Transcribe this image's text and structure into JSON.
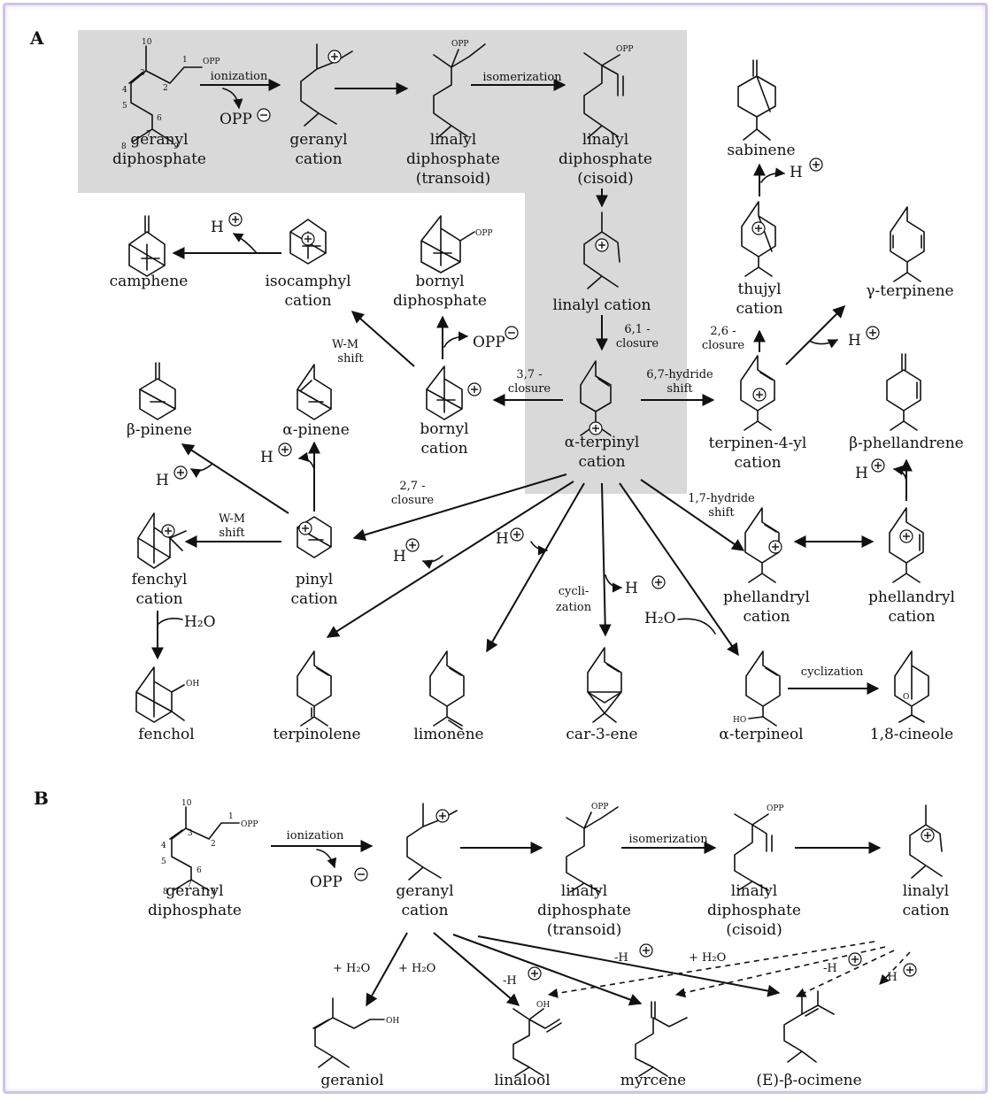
{
  "colors": {
    "shading": "#d9d9d9",
    "frame": "#cfc3e6",
    "ink": "#111111"
  },
  "panels": {
    "a": "A",
    "b": "B"
  },
  "a": {
    "geranyl_dp": [
      "geranyl",
      "diphosphate"
    ],
    "geranyl_cation": [
      "geranyl",
      "cation"
    ],
    "linalyl_trans": [
      "linalyl",
      "diphosphate",
      "(transoid)"
    ],
    "linalyl_cis": [
      "linalyl",
      "diphosphate",
      "(cisoid)"
    ],
    "linalyl_cation": "linalyl cation",
    "terpinyl": [
      "α-terpinyl",
      "cation"
    ],
    "sabinene": "sabinene",
    "thujyl": [
      "thujyl",
      "cation"
    ],
    "gamma_terpinene": "γ-terpinene",
    "terpinen4yl": [
      "terpinen-4-yl",
      "cation"
    ],
    "beta_phell": "β-phellandrene",
    "camphene": "camphene",
    "isocamphyl": [
      "isocamphyl",
      "cation"
    ],
    "bornyl_dp": [
      "bornyl",
      "diphosphate"
    ],
    "bornyl_cation": [
      "bornyl",
      "cation"
    ],
    "alpha_pinene": "α-pinene",
    "beta_pinene": "β-pinene",
    "pinyl": [
      "pinyl",
      "cation"
    ],
    "fenchyl": [
      "fenchyl",
      "cation"
    ],
    "phell1": [
      "phellandryl",
      "cation"
    ],
    "phell2": [
      "phellandryl",
      "cation"
    ],
    "fenchol": "fenchol",
    "terpinolene": "terpinolene",
    "limonene": "limonene",
    "car3ene": "car-3-ene",
    "alpha_terpineol": "α-terpineol",
    "cineole": "1,8-cineole",
    "ionization": "ionization",
    "opp_minus": "OPP",
    "isomerization": "isomerization",
    "closure61": [
      "6,1 -",
      "closure"
    ],
    "closure37": [
      "3,7 -",
      "closure"
    ],
    "closure26": [
      "2,6 -",
      "closure"
    ],
    "hydride67": [
      "6,7-hydride",
      "shift"
    ],
    "hydride17": [
      "1,7-hydride",
      "shift"
    ],
    "closure27": [
      "2,7 -",
      "closure"
    ],
    "wm1": [
      "W-M",
      "shift"
    ],
    "wm2": [
      "W-M",
      "shift"
    ],
    "cyclization_v": [
      "cycli-",
      "zation"
    ],
    "cyclization_h": "cyclization",
    "h": "H",
    "h2o": "H₂O",
    "opp_label": "OPP",
    "oh_label": "OH",
    "ho_label": "HO",
    "o_label": "O",
    "numbers": [
      "10",
      "1",
      "2",
      "3",
      "4",
      "5",
      "6",
      "7",
      "8",
      "9"
    ]
  },
  "b": {
    "geranyl_dp": [
      "geranyl",
      "diphosphate"
    ],
    "geranyl_cation": [
      "geranyl",
      "cation"
    ],
    "linalyl_trans": [
      "linalyl",
      "diphosphate",
      "(transoid)"
    ],
    "linalyl_cis": [
      "linalyl",
      "diphosphate",
      "(cisoid)"
    ],
    "linalyl_cation": [
      "linalyl",
      "cation"
    ],
    "geraniol": "geraniol",
    "linalool": "linalool",
    "myrcene": "myrcene",
    "ocimene": "(E)-β-ocimene",
    "ionization": "ionization",
    "isomerization": "isomerization",
    "opp_minus": "OPP",
    "plus_h2o": "+ H₂O",
    "minus_h": "-H"
  }
}
